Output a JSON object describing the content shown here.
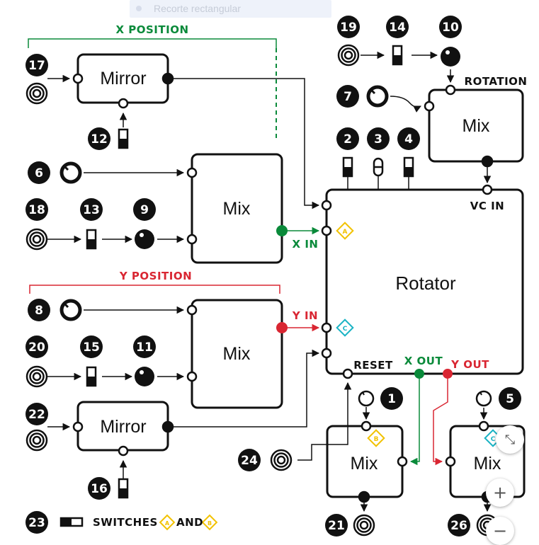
{
  "tooltip": {
    "text": "Recorte rectangular"
  },
  "blocks": {
    "mirror_top": "Mirror",
    "mirror_bottom": "Mirror",
    "mix_x": "Mix",
    "mix_y": "Mix",
    "mix_rotation": "Mix",
    "rotator": "Rotator",
    "mix_b": "Mix",
    "mix_c": "Mix"
  },
  "labels": {
    "x_position": "X POSITION",
    "y_position": "Y POSITION",
    "rotation": "ROTATION",
    "vc_in": "VC IN",
    "x_in": "X IN",
    "y_in": "Y IN",
    "reset": "RESET",
    "x_out": "X OUT",
    "y_out": "Y OUT",
    "switches": "SWITCHES",
    "and": "AND"
  },
  "port_letters": {
    "a": "A",
    "b": "B",
    "c": "C"
  },
  "numbers": {
    "n1": "1",
    "n2": "2",
    "n3": "3",
    "n4": "4",
    "n5": "5",
    "n6": "6",
    "n7": "7",
    "n8": "8",
    "n9": "9",
    "n10": "10",
    "n11": "11",
    "n12": "12",
    "n13": "13",
    "n14": "14",
    "n15": "15",
    "n16": "16",
    "n17": "17",
    "n18": "18",
    "n19": "19",
    "n20": "20",
    "n21": "21",
    "n22": "22",
    "n23": "23",
    "n24": "24",
    "n26": "26"
  },
  "controls": {
    "collapse_icon": "⤡",
    "zoom_in": "+",
    "zoom_out": "−"
  },
  "colors": {
    "green": "#0a8a3a",
    "red": "#d92632",
    "yellow": "#f2c200",
    "cyan": "#19b3c4",
    "ink": "#111111"
  }
}
